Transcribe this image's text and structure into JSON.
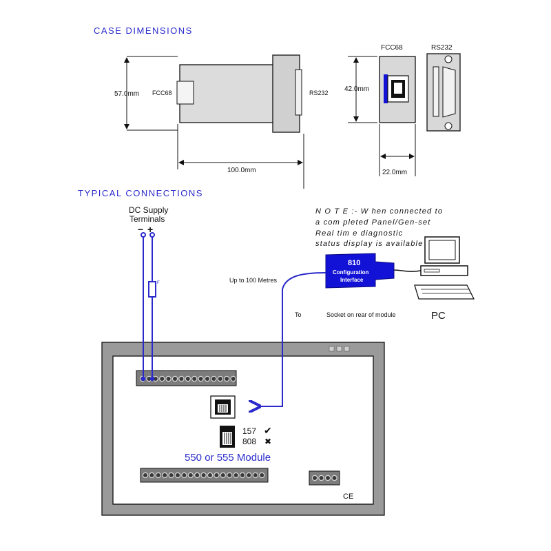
{
  "case_dimensions": {
    "title": "CASE DIMENSIONS",
    "height_label": "57.0mm",
    "width_label": "100.0mm",
    "fcc68_label": "FCC68",
    "rs232_label": "RS232",
    "end_height_label": "42.0mm",
    "end_width_label": "22.0mm",
    "end_fcc68_label": "FCC68",
    "end_rs232_label": "RS232"
  },
  "typical_connections": {
    "title": "TYPICAL CONNECTIONS",
    "dc_supply_line1": "DC Supply",
    "dc_supply_line2": "Terminals",
    "minus": "–",
    "plus": "+",
    "fuse_label": "F",
    "note_lines": [
      "N O T E :- W hen connected to",
      "a com pleted Panel/Gen-set",
      "Real tim e diagnostic",
      "status display is available"
    ],
    "interface_line1": "810",
    "interface_line2": "Configuration",
    "interface_line3": "Interface",
    "distance_label": "Up to 100 Metres",
    "to_label": "To",
    "socket_label": "Socket on rear of module",
    "pc_label": "PC",
    "module_label": "550 or 555 Module",
    "compat_yes": "157",
    "compat_no": "808",
    "yes_mark": "✔",
    "no_mark": "✖",
    "ce_label": "CE"
  },
  "colors": {
    "accent_blue": "#2a2acc",
    "interface_blue": "#1212d6",
    "frame_gray": "#9a9a9a"
  }
}
